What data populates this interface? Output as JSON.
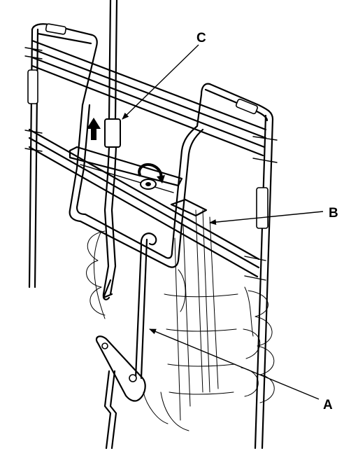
{
  "labels": {
    "A": "A",
    "B": "B",
    "C": "C"
  },
  "arrow_icon": "up-arrow-icon",
  "rotate_icon": "rotate-arrow-icon"
}
